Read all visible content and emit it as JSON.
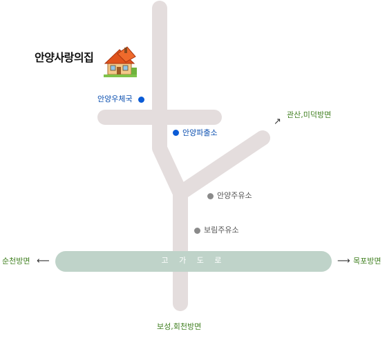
{
  "title": "안양사랑의집",
  "road_name": "고 가 도 로",
  "places": {
    "post_office": "안양우체국",
    "police_box": "안양파출소",
    "gas_station_1": "안양주유소",
    "gas_station_2": "보림주유소"
  },
  "directions": {
    "northeast": "관산,미덕방면",
    "west": "순천방면",
    "east": "목포방면",
    "south": "보성,회천방면"
  },
  "arrows": {
    "northeast": "↗",
    "west": "⟵",
    "east": "⟶"
  },
  "colors": {
    "road": "#e4dddd",
    "highway": "#bfd3c9",
    "landmark_blue": "#0a5bd6",
    "landmark_gray": "#8a8a8a",
    "direction_green": "#3f7f1f"
  },
  "icons": {
    "house": "house-icon"
  }
}
